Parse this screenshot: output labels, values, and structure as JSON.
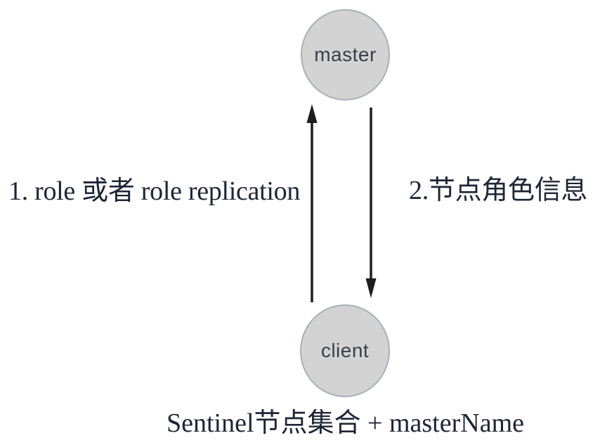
{
  "diagram": {
    "type": "flow-diagram",
    "nodes": [
      {
        "id": "master",
        "label": "master",
        "shape": "circle"
      },
      {
        "id": "client",
        "label": "client",
        "shape": "circle"
      }
    ],
    "edges": [
      {
        "id": "request",
        "label": "1. role 或者 role replication",
        "from": "client",
        "to": "master",
        "direction": "up"
      },
      {
        "id": "response",
        "label": "2.节点角色信息",
        "from": "master",
        "to": "client",
        "direction": "down"
      }
    ],
    "caption": "Sentinel节点集合 + masterName"
  },
  "colors": {
    "node_fill": "#d3d3d4",
    "node_border": "#a9b0b6",
    "node_text": "#3a3f46",
    "label_text": "#1f2535",
    "arrow": "#1e1e1e",
    "background": "#ffffff"
  }
}
